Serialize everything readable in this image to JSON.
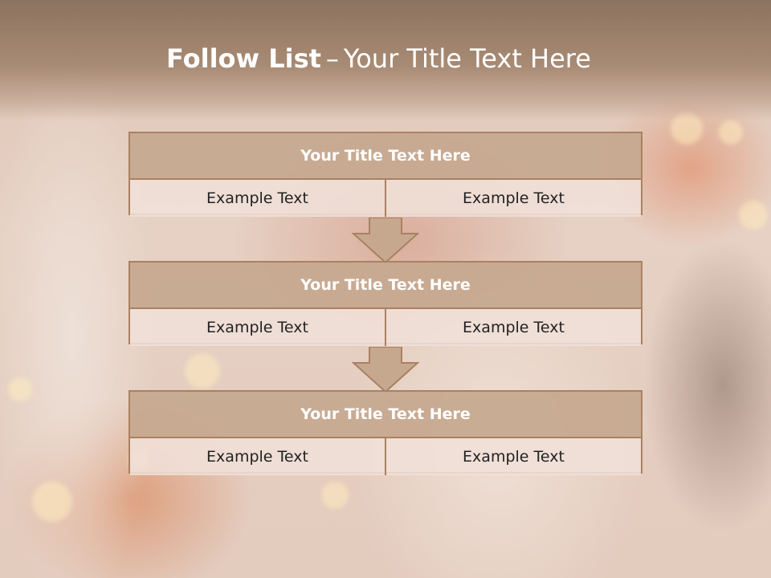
{
  "slide": {
    "title_bold": "Follow List",
    "title_dash": "–",
    "title_rest": "Your Title Text Here"
  },
  "blocks": [
    {
      "title": "Your Title Text Here",
      "left": "Example Text",
      "right": "Example Text"
    },
    {
      "title": "Your Title Text Here",
      "left": "Example Text",
      "right": "Example Text"
    },
    {
      "title": "Your Title Text Here",
      "left": "Example Text",
      "right": "Example Text"
    }
  ],
  "colors": {
    "header": "#a88b74",
    "block_head": "#c6a88f",
    "border": "#a98162",
    "cell_bg": "#f0e0d8"
  },
  "icons": [
    "down-arrow-icon",
    "down-arrow-icon"
  ]
}
